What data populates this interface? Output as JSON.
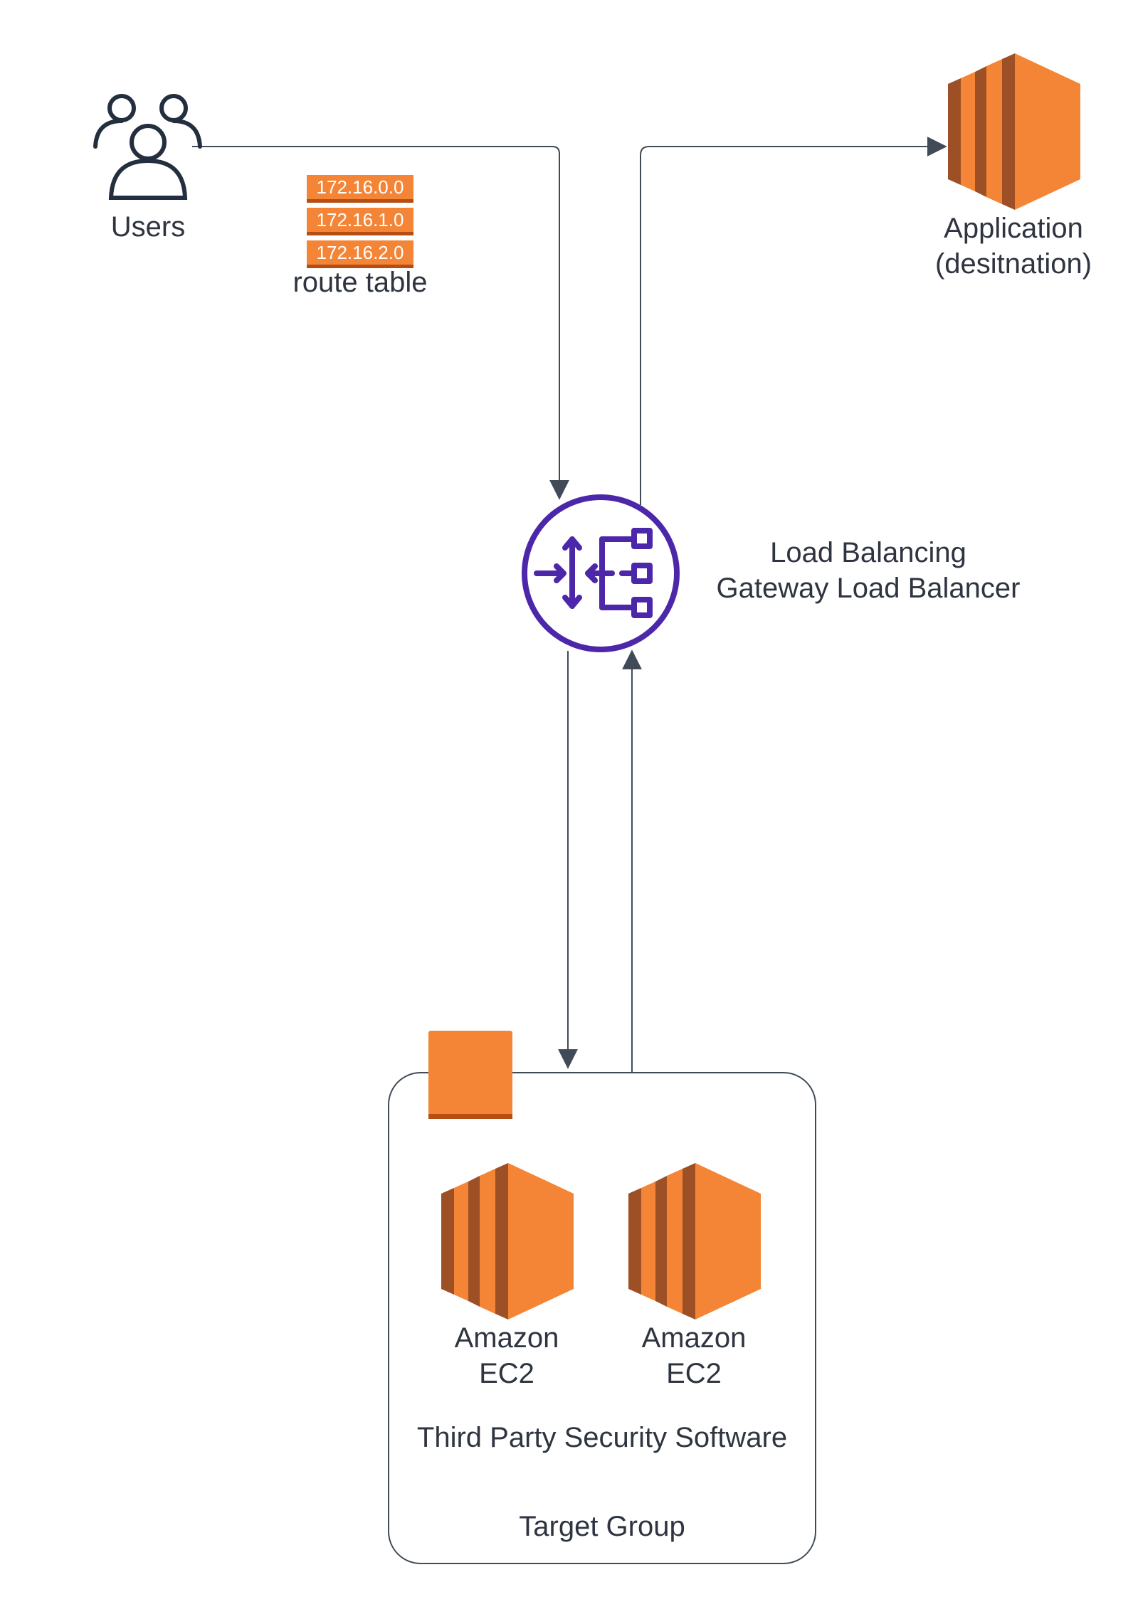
{
  "nodes": {
    "users": {
      "label": "Users"
    },
    "route_table": {
      "entries": [
        "172.16.0.0",
        "172.16.1.0",
        "172.16.2.0"
      ],
      "label": "route table"
    },
    "application": {
      "label_line1": "Application",
      "label_line2": "(desitnation)"
    },
    "load_balancer": {
      "label_line1": "Load Balancing",
      "label_line2": "Gateway Load Balancer"
    },
    "ec2_left": {
      "label_line1": "Amazon",
      "label_line2": "EC2"
    },
    "ec2_right": {
      "label_line1": "Amazon",
      "label_line2": "EC2"
    },
    "target_group": {
      "software_label": "Third Party Security Software",
      "group_label": "Target Group"
    }
  },
  "colors": {
    "aws_orange": "#f58536",
    "aws_orange_dark": "#b54e12",
    "lb_purple": "#4d27aa",
    "line": "#414b57"
  },
  "icons": [
    "users-icon",
    "route-table-icon",
    "ec2-instance-icon",
    "gateway-load-balancer-icon",
    "target-group-icon"
  ]
}
